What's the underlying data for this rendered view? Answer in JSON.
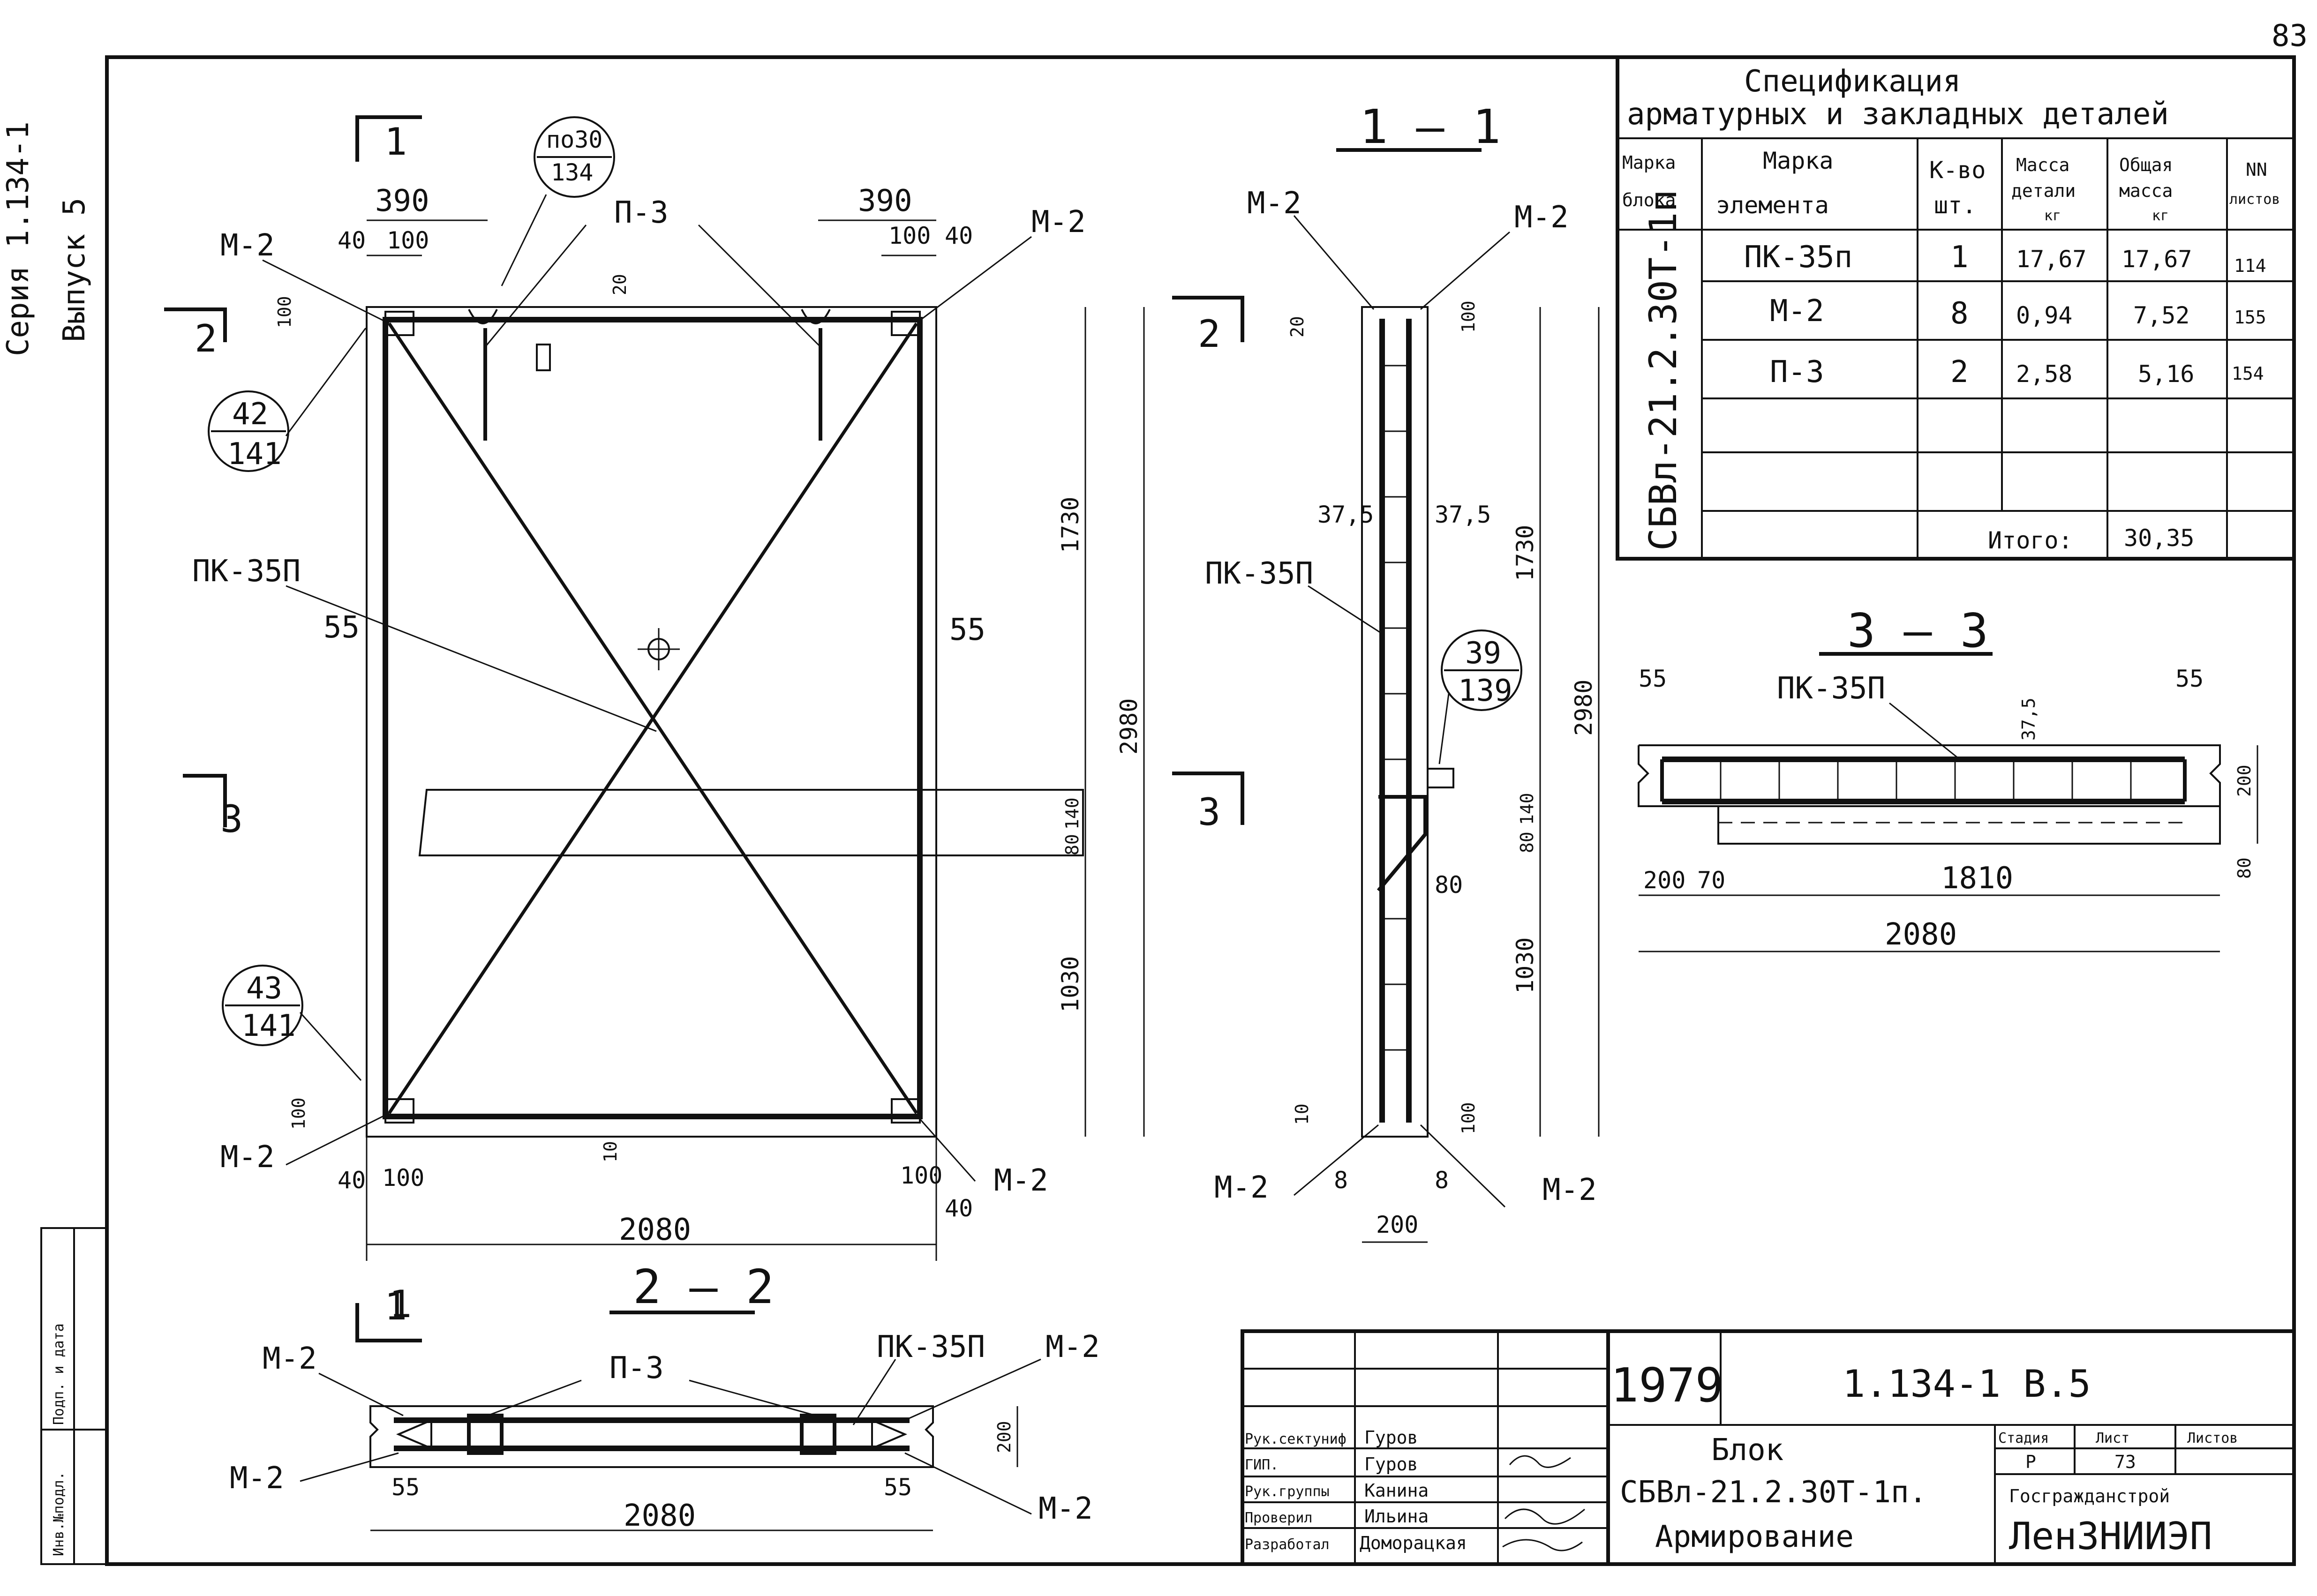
{
  "page_number": "83",
  "series": {
    "line1": "Серия 1.134-1",
    "line2": "Выпуск 5"
  },
  "plan": {
    "section_mark_1": "1",
    "section_mark_2": "2",
    "section_mark_3": "3",
    "dim_390_left": "390",
    "dim_390_right": "390",
    "dim_40_tl": "40",
    "dim_100_tl": "100",
    "dim_100_tr": "100",
    "dim_40_tr": "40",
    "dim_20": "20",
    "dim_100_side": "100",
    "dim_55_left": "55",
    "dim_55_right": "55",
    "dim_1730": "1730",
    "dim_2980": "2980",
    "dim_140": "140",
    "dim_80": "80",
    "dim_1030": "1030",
    "dim_100_bot_side": "100",
    "dim_10": "10",
    "dim_40_bl": "40",
    "dim_100_bl": "100",
    "dim_100_br": "100",
    "dim_40_br": "40",
    "dim_2080": "2080",
    "label_m2_tl": "М-2",
    "label_p3": "П-3",
    "label_m2_tr": "М-2",
    "label_pk35": "ПК-35П",
    "label_m2_bl": "М-2",
    "label_m2_br": "М-2",
    "callout_top": {
      "top": "по30",
      "bottom": "134"
    },
    "callout_42": {
      "top": "42",
      "bottom": "141"
    },
    "callout_43": {
      "top": "43",
      "bottom": "141"
    }
  },
  "section_1_1": {
    "title": "1 — 1",
    "mark_2": "2",
    "mark_3": "3",
    "label_m2_tl": "М-2",
    "label_m2_tr": "М-2",
    "label_pk35": "ПК-35П",
    "label_m2_bl": "М-2",
    "label_m2_br": "М-2",
    "dim_20": "20",
    "dim_100_top": "100",
    "dim_375_l": "37,5",
    "dim_375_r": "37,5",
    "dim_1730": "1730",
    "dim_2980": "2980",
    "dim_140": "140",
    "dim_80": "80",
    "dim_80b": "80",
    "dim_1030": "1030",
    "dim_10": "10",
    "dim_100_bot": "100",
    "dim_8_l": "8",
    "dim_8_r": "8",
    "dim_200": "200",
    "callout_39": {
      "top": "39",
      "bottom": "139"
    }
  },
  "section_2_2": {
    "title": "2 — 2",
    "mark_1": "1",
    "label_m2_tl": "М-2",
    "label_p3": "П-3",
    "label_pk35": "ПК-35П",
    "label_m2_tr": "М-2",
    "label_m2_bl": "М-2",
    "label_m2_br": "М-2",
    "dim_200": "200",
    "dim_55_l": "55",
    "dim_55_r": "55",
    "dim_2080": "2080"
  },
  "section_3_3": {
    "title": "3 — 3",
    "label_pk35": "ПК-35П",
    "dim_55_l": "55",
    "dim_55_r": "55",
    "dim_375": "37,5",
    "dim_200_side": "200",
    "dim_80": "80",
    "dim_200": "200",
    "dim_70": "70",
    "dim_1810": "1810",
    "dim_2080": "2080"
  },
  "spec": {
    "title_1": "Спецификация",
    "title_2": "арматурных и закладных деталей",
    "headers": {
      "block_mark": [
        "Марка",
        "блока"
      ],
      "element_mark": [
        "Марка",
        "элемента"
      ],
      "qty": [
        "К-во",
        "шт."
      ],
      "mass": [
        "Масса",
        "детали",
        "кг"
      ],
      "total_mass": [
        "Общая",
        "масса",
        "кг"
      ],
      "sheets": [
        "NN",
        "листов"
      ]
    },
    "block": "СБВл-21.2.30Т-1п",
    "rows": [
      {
        "element": "ПК-35п",
        "qty": "1",
        "mass": "17,67",
        "total": "17,67",
        "sheet": "114"
      },
      {
        "element": "М-2",
        "qty": "8",
        "mass": "0,94",
        "total": "7,52",
        "sheet": "155"
      },
      {
        "element": "П-3",
        "qty": "2",
        "mass": "2,58",
        "total": "5,16",
        "sheet": "154"
      }
    ],
    "total_label": "Итого:",
    "total_value": "30,35"
  },
  "title_block": {
    "year": "1979",
    "doc_code": "1.134-1 В.5",
    "roles": [
      {
        "role": "Рук.сектуниф",
        "name": "Гуров"
      },
      {
        "role": "ГИП.",
        "name": "Гуров"
      },
      {
        "role": "Рук.группы",
        "name": "Канина"
      },
      {
        "role": "Проверил",
        "name": "Ильина"
      },
      {
        "role": "Разработал",
        "name": "Доморацкая"
      }
    ],
    "name_1": "Блок",
    "name_2": "СБВл-21.2.30Т-1п.",
    "name_3": "Армирование",
    "stage_h": "Стадия",
    "sheet_h": "Лист",
    "sheets_h": "Листов",
    "stage": "Р",
    "sheet": "73",
    "org_1": "Госгражданстрой",
    "org_2": "ЛенЗНИИЭП"
  },
  "left_stamp": {
    "col1": "Инв.№подл.",
    "col2": "Подп. и дата"
  }
}
